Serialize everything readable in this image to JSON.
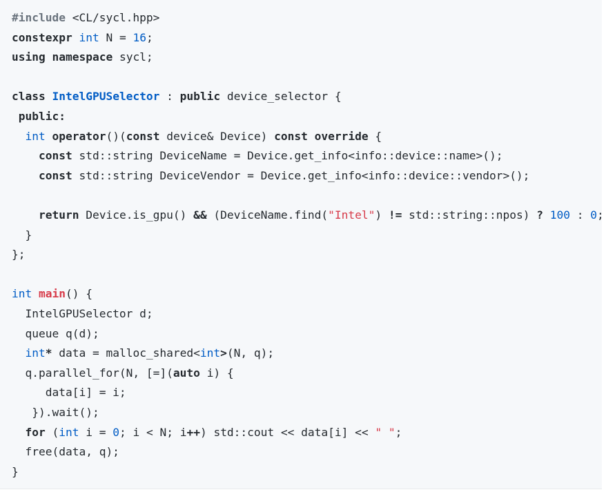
{
  "code": {
    "language": "cpp",
    "lines": [
      [
        [
          "t-pre",
          "#include"
        ],
        [
          "t-pl",
          " <CL/sycl.hpp>"
        ]
      ],
      [
        [
          "t-kw",
          "constexpr"
        ],
        [
          "t-pl",
          " "
        ],
        [
          "t-type",
          "int"
        ],
        [
          "t-pl",
          " N = "
        ],
        [
          "t-num",
          "16"
        ],
        [
          "t-pl",
          ";"
        ]
      ],
      [
        [
          "t-kw",
          "using"
        ],
        [
          "t-pl",
          " "
        ],
        [
          "t-kw",
          "namespace"
        ],
        [
          "t-pl",
          " sycl;"
        ]
      ],
      [],
      [
        [
          "t-kw",
          "class"
        ],
        [
          "t-pl",
          " "
        ],
        [
          "t-title",
          "IntelGPUSelector"
        ],
        [
          "t-pl",
          " : "
        ],
        [
          "t-kw",
          "public"
        ],
        [
          "t-pl",
          " device_selector {"
        ]
      ],
      [
        [
          "t-pl",
          " "
        ],
        [
          "t-kw",
          "public:"
        ]
      ],
      [
        [
          "t-pl",
          "  "
        ],
        [
          "t-type",
          "int"
        ],
        [
          "t-pl",
          " "
        ],
        [
          "t-kw",
          "operator"
        ],
        [
          "t-pl",
          "()("
        ],
        [
          "t-kw",
          "const"
        ],
        [
          "t-pl",
          " device& Device) "
        ],
        [
          "t-kw",
          "const"
        ],
        [
          "t-pl",
          " "
        ],
        [
          "t-kw",
          "override"
        ],
        [
          "t-pl",
          " {"
        ]
      ],
      [
        [
          "t-pl",
          "    "
        ],
        [
          "t-kw",
          "const"
        ],
        [
          "t-pl",
          " std::string DeviceName = Device.get_info<info::device::name>();"
        ]
      ],
      [
        [
          "t-pl",
          "    "
        ],
        [
          "t-kw",
          "const"
        ],
        [
          "t-pl",
          " std::string DeviceVendor = Device.get_info<info::device::vendor>();"
        ]
      ],
      [],
      [
        [
          "t-pl",
          "    "
        ],
        [
          "t-kw",
          "return"
        ],
        [
          "t-pl",
          " Device.is_gpu() "
        ],
        [
          "t-kw",
          "&&"
        ],
        [
          "t-pl",
          " (DeviceName.find("
        ],
        [
          "t-str",
          "\"Intel\""
        ],
        [
          "t-pl",
          ") "
        ],
        [
          "t-kw",
          "!="
        ],
        [
          "t-pl",
          " std::string::npos) "
        ],
        [
          "t-kw",
          "?"
        ],
        [
          "t-pl",
          " "
        ],
        [
          "t-num",
          "100"
        ],
        [
          "t-pl",
          " : "
        ],
        [
          "t-num",
          "0"
        ],
        [
          "t-pl",
          ";"
        ]
      ],
      [
        [
          "t-pl",
          "  }"
        ]
      ],
      [
        [
          "t-pl",
          "};"
        ]
      ],
      [],
      [
        [
          "t-type",
          "int"
        ],
        [
          "t-pl",
          " "
        ],
        [
          "t-fn",
          "main"
        ],
        [
          "t-pl",
          "() {"
        ]
      ],
      [
        [
          "t-pl",
          "  IntelGPUSelector d;"
        ]
      ],
      [
        [
          "t-pl",
          "  queue q(d);"
        ]
      ],
      [
        [
          "t-pl",
          "  "
        ],
        [
          "t-type",
          "int"
        ],
        [
          "t-kw",
          "*"
        ],
        [
          "t-pl",
          " data = malloc_shared<"
        ],
        [
          "t-type",
          "int"
        ],
        [
          "t-kw",
          ">"
        ],
        [
          "t-pl",
          "(N, q);"
        ]
      ],
      [
        [
          "t-pl",
          "  q.parallel_for(N, [=]("
        ],
        [
          "t-kw",
          "auto"
        ],
        [
          "t-pl",
          " i) {"
        ]
      ],
      [
        [
          "t-pl",
          "     data[i] = i;"
        ]
      ],
      [
        [
          "t-pl",
          "   }).wait();"
        ]
      ],
      [
        [
          "t-pl",
          "  "
        ],
        [
          "t-kw",
          "for"
        ],
        [
          "t-pl",
          " ("
        ],
        [
          "t-type",
          "int"
        ],
        [
          "t-pl",
          " i = "
        ],
        [
          "t-num",
          "0"
        ],
        [
          "t-pl",
          "; i < N; i"
        ],
        [
          "t-kw",
          "++"
        ],
        [
          "t-pl",
          ") std::cout << data[i] << "
        ],
        [
          "t-str",
          "\" \""
        ],
        [
          "t-pl",
          ";"
        ]
      ],
      [
        [
          "t-pl",
          "  free(data, q);"
        ]
      ],
      [
        [
          "t-pl",
          "}"
        ]
      ]
    ]
  }
}
